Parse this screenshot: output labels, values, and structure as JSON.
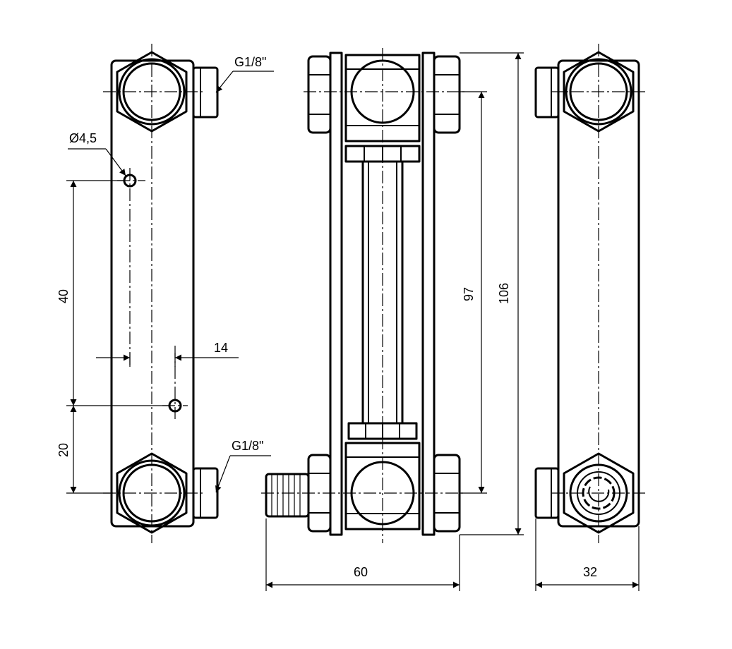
{
  "dimensions": {
    "thread_top": "G1/8\"",
    "thread_bottom": "G1/8\"",
    "hole_diameter": "Ø4,5",
    "hole_spacing": "40",
    "bottom_offset": "20",
    "hole_offset": "14",
    "hole_distance": "97",
    "overall_height": "106",
    "overall_depth": "60",
    "overall_width": "32"
  }
}
